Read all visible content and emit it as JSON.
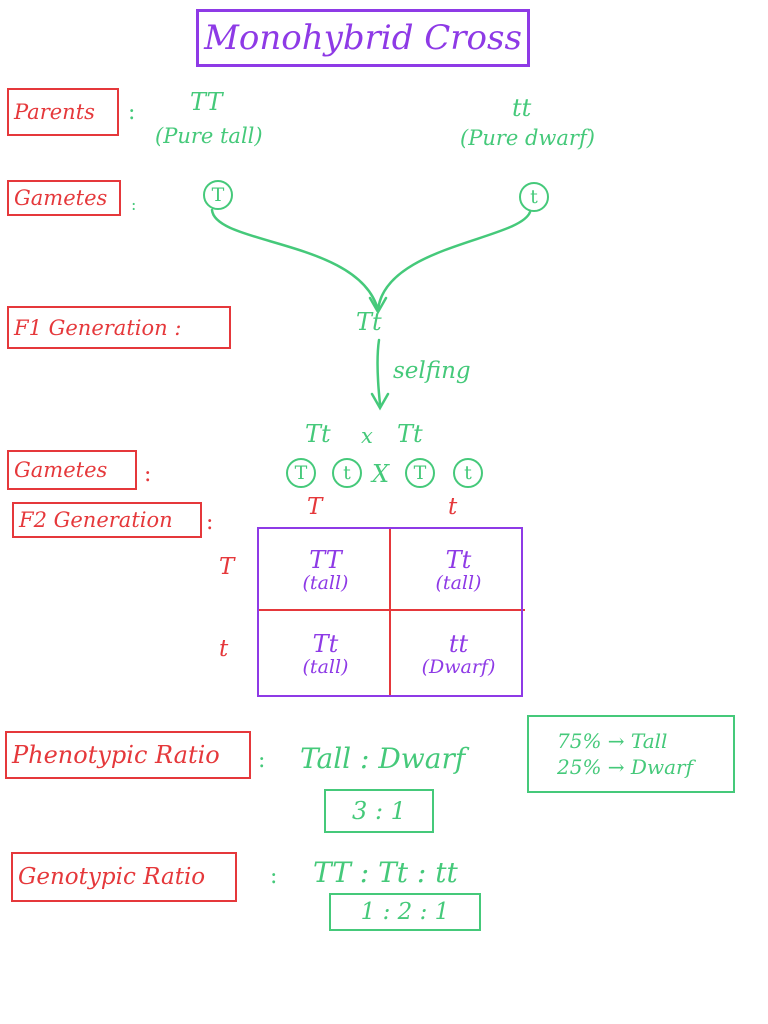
{
  "title": "Monohybrid Cross",
  "parents": {
    "label": "Parents",
    "colon": ":",
    "left_genotype": "TT",
    "left_desc": "(Pure tall)",
    "right_genotype": "tt",
    "right_desc": "(Pure dwarf)"
  },
  "gametes1": {
    "label": "Gametes",
    "colon": ":",
    "left": "T",
    "right": "t"
  },
  "f1": {
    "label": "F1 Generation :",
    "genotype": "Tt",
    "selfing": "selfing"
  },
  "cross": {
    "left": "Tt",
    "x": "x",
    "right": "Tt"
  },
  "gametes2": {
    "label": "Gametes",
    "colon": ":",
    "g1": "T",
    "g2": "t",
    "x": "X",
    "g3": "T",
    "g4": "t"
  },
  "f2": {
    "label": "F2 Generation",
    "colon": ":",
    "col_headers": [
      "T",
      "t"
    ],
    "row_headers": [
      "T",
      "t"
    ],
    "cells": [
      {
        "genotype": "TT",
        "phenotype": "(tall)"
      },
      {
        "genotype": "Tt",
        "phenotype": "(tall)"
      },
      {
        "genotype": "Tt",
        "phenotype": "(tall)"
      },
      {
        "genotype": "tt",
        "phenotype": "(Dwarf)"
      }
    ]
  },
  "phenotypic": {
    "label": "Phenotypic Ratio",
    "colon": ":",
    "text": "Tall : Dwarf",
    "ratio": "3 : 1",
    "note_line1": "75% → Tall",
    "note_line2": "25% → Dwarf"
  },
  "genotypic": {
    "label": "Genotypic Ratio",
    "colon": ":",
    "text": "TT : Tt : tt",
    "ratio": "1 : 2 : 1"
  },
  "colors": {
    "red": "#e5383b",
    "green": "#45c97a",
    "purple": "#8e3ae6"
  }
}
